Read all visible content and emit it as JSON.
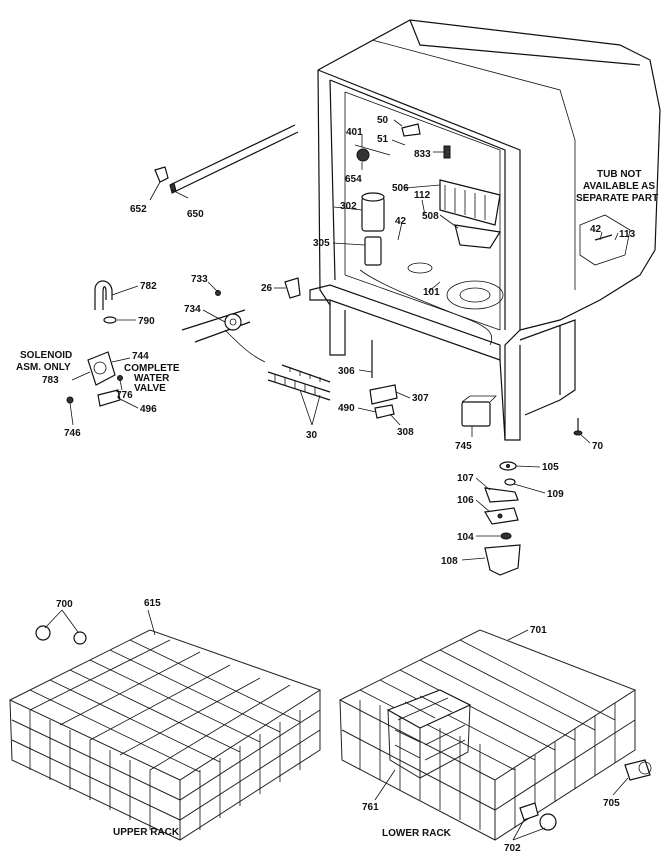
{
  "labels": {
    "p50": "50",
    "p51": "51",
    "p401": "401",
    "p833": "833",
    "p654": "654",
    "p506": "506",
    "p112": "112",
    "p302": "302",
    "p42a": "42",
    "p508": "508",
    "p305": "305",
    "p101": "101",
    "p26": "26",
    "p733": "733",
    "p734": "734",
    "p652": "652",
    "p650": "650",
    "p782": "782",
    "p790": "790",
    "p744": "744",
    "p783": "783",
    "p776": "776",
    "p496": "496",
    "p746": "746",
    "p30": "30",
    "p306": "306",
    "p307": "307",
    "p490": "490",
    "p308": "308",
    "p745": "745",
    "p70": "70",
    "p105": "105",
    "p107": "107",
    "p109": "109",
    "p106": "106",
    "p104": "104",
    "p108": "108",
    "p700": "700",
    "p615": "615",
    "p701": "701",
    "p761": "761",
    "p705": "705",
    "p702": "702",
    "p42b": "42",
    "p113": "113"
  },
  "notes": {
    "tub_line1": "TUB NOT",
    "tub_line2": "AVAILABLE AS",
    "tub_line3": "SEPARATE PART",
    "solenoid_line1": "SOLENOID",
    "solenoid_line2": "ASM. ONLY",
    "valve_line1": "COMPLETE",
    "valve_line2": "WATER",
    "valve_line3": "VALVE"
  },
  "captions": {
    "upper_rack": "UPPER RACK",
    "lower_rack": "LOWER RACK"
  }
}
